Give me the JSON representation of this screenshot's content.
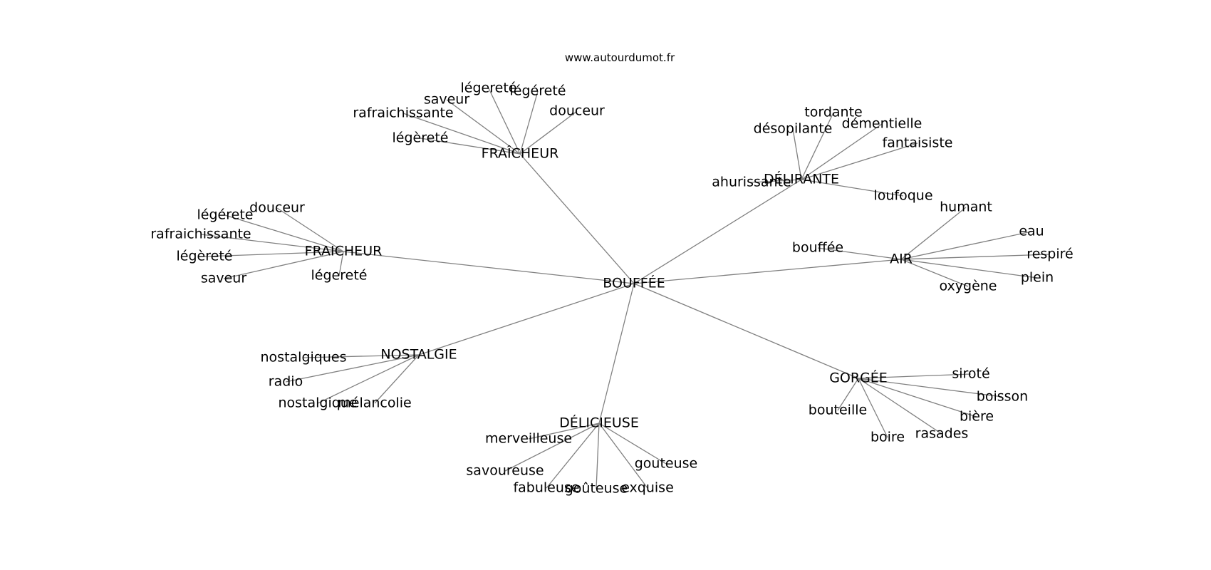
{
  "source_label": "www.autourdumot.fr",
  "root": "BOUFFÉE",
  "clusters": [
    {
      "label": "FRAÎCHEUR",
      "words": [
        "légèreté",
        "rafraichissante",
        "saveur",
        "légereté",
        "légéreté",
        "douceur"
      ]
    },
    {
      "label": "DÉLIRANTE",
      "words": [
        "ahurissante",
        "désopilante",
        "tordante",
        "démentielle",
        "fantaisiste",
        "loufoque"
      ]
    },
    {
      "label": "FRAICHEUR",
      "words": [
        "douceur",
        "légérete",
        "rafraichissante",
        "légèreté",
        "saveur",
        "légereté"
      ]
    },
    {
      "label": "AIR",
      "words": [
        "bouffée",
        "humant",
        "eau",
        "respiré",
        "plein",
        "oxygène"
      ]
    },
    {
      "label": "NOSTALGIE",
      "words": [
        "nostalgiques",
        "radio",
        "nostalgique",
        "mélancolie"
      ]
    },
    {
      "label": "GORGÉE",
      "words": [
        "siroté",
        "boisson",
        "bière",
        "rasades",
        "boire",
        "bouteille"
      ]
    },
    {
      "label": "DÉLICIEUSE",
      "words": [
        "merveilleuse",
        "savoureuse",
        "fabuleuse",
        "goûteuse",
        "exquise",
        "gouteuse"
      ]
    }
  ]
}
